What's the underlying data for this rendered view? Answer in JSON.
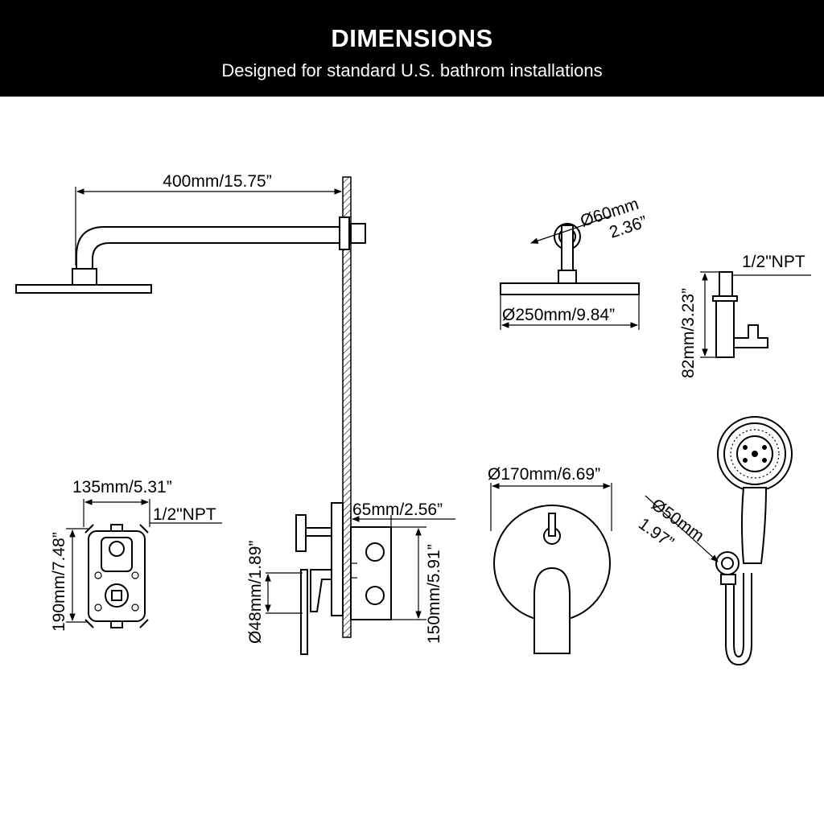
{
  "header": {
    "title": "DIMENSIONS",
    "subtitle": "Designed for standard U.S. bathrom installations"
  },
  "dimensions": {
    "arm_length": "400mm/15.75”",
    "flange_dia_mm": "Ø60mm",
    "flange_dia_in": "2.36”",
    "head_dia": "Ø250mm/9.84”",
    "npt_holder": "1/2\"NPT",
    "holder_height": "82mm/3.23”",
    "valve_width": "135mm/5.31”",
    "valve_npt": "1/2\"NPT",
    "valve_height": "190mm/7.48”",
    "handle_dia": "Ø48mm/1.89”",
    "depth": "65mm/2.56”",
    "box_height": "150mm/5.91”",
    "trim_dia": "Ø170mm/6.69”",
    "handheld_dia_mm": "Ø50mm",
    "handheld_dia_in": "1.97”"
  }
}
